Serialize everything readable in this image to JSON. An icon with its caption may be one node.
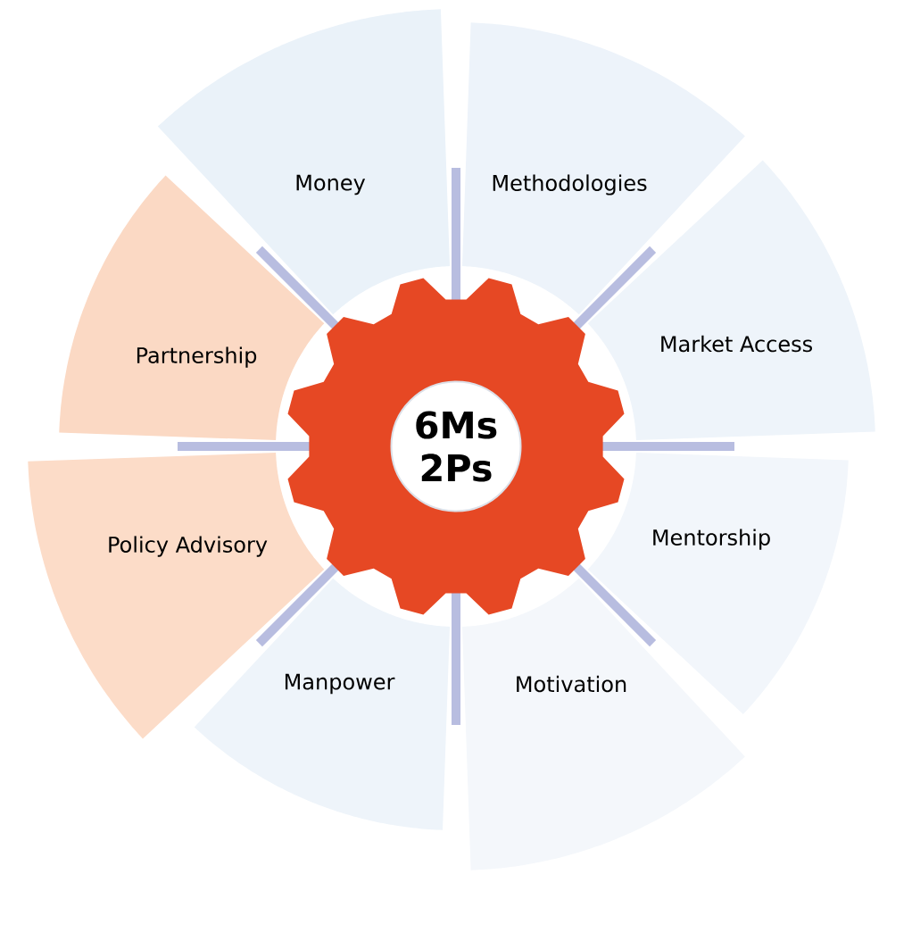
{
  "diagram": {
    "nodes": [
      {
        "text": [
          "6Ms 2Ps"
        ]
      },
      {
        "text": [
          "Money"
        ]
      },
      {
        "text": [
          "Methodologies"
        ]
      },
      {
        "text": [
          "Market Access"
        ]
      },
      {
        "text": [
          "Mentorship"
        ]
      },
      {
        "text": [
          "Motivation"
        ]
      },
      {
        "text": [
          "Manpower"
        ]
      },
      {
        "text": [
          "Policy Advisory"
        ]
      },
      {
        "text": [
          "Partnership"
        ]
      }
    ]
  }
}
